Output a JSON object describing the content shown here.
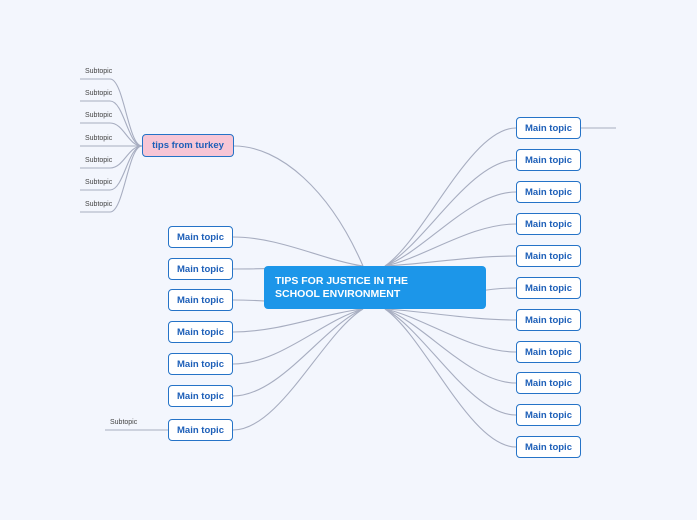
{
  "central": {
    "label": "TIPS FOR JUSTICE IN THE SCHOOL ENVIRONMENT"
  },
  "turkey_node": {
    "label": "tips from turkey",
    "subtopics": [
      "Subtopic",
      "Subtopic",
      "Subtopic",
      "Subtopic",
      "Subtopic",
      "Subtopic",
      "Subtopic"
    ]
  },
  "left_topics": [
    {
      "label": "Main topic"
    },
    {
      "label": "Main topic"
    },
    {
      "label": "Main topic"
    },
    {
      "label": "Main topic"
    },
    {
      "label": "Main topic"
    },
    {
      "label": "Main topic"
    },
    {
      "label": "Main topic",
      "subtopic": "Subtopic"
    }
  ],
  "right_topics": [
    {
      "label": "Main topic"
    },
    {
      "label": "Main topic"
    },
    {
      "label": "Main topic"
    },
    {
      "label": "Main topic"
    },
    {
      "label": "Main topic"
    },
    {
      "label": "Main topic"
    },
    {
      "label": "Main topic"
    },
    {
      "label": "Main topic"
    },
    {
      "label": "Main topic"
    },
    {
      "label": "Main topic"
    },
    {
      "label": "Main topic"
    }
  ],
  "colors": {
    "background": "#f3f6fd",
    "central_fill": "#1c96e9",
    "node_border": "#2573c7",
    "node_text": "#1d5fb8",
    "highlight_fill": "#f7c6d6",
    "connector": "#a7adc0"
  }
}
